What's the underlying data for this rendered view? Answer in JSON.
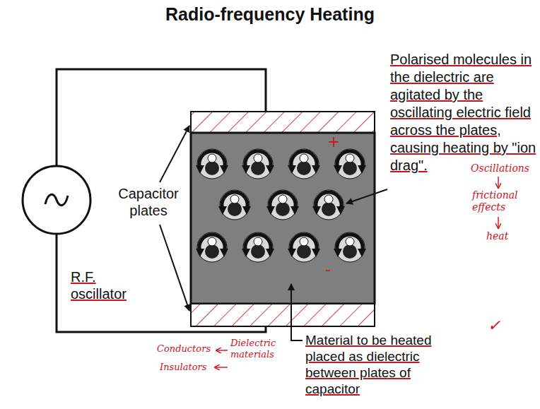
{
  "diagram": {
    "title": "Radio-frequency Heating",
    "labels": [
      "Capacitor plates",
      "R.F. oscillator",
      "Polarised molecules in the dielectric are agitated by the oscillating electric field across the plates, causing heating by \"ion drag\".",
      "Material to be heated placed as dielectric between plates of capacitor",
      "+",
      "-",
      "Oscillations",
      "frictional effects",
      "heat",
      "Conductors",
      "Insulators",
      "Dielectric materials",
      "✓"
    ]
  }
}
